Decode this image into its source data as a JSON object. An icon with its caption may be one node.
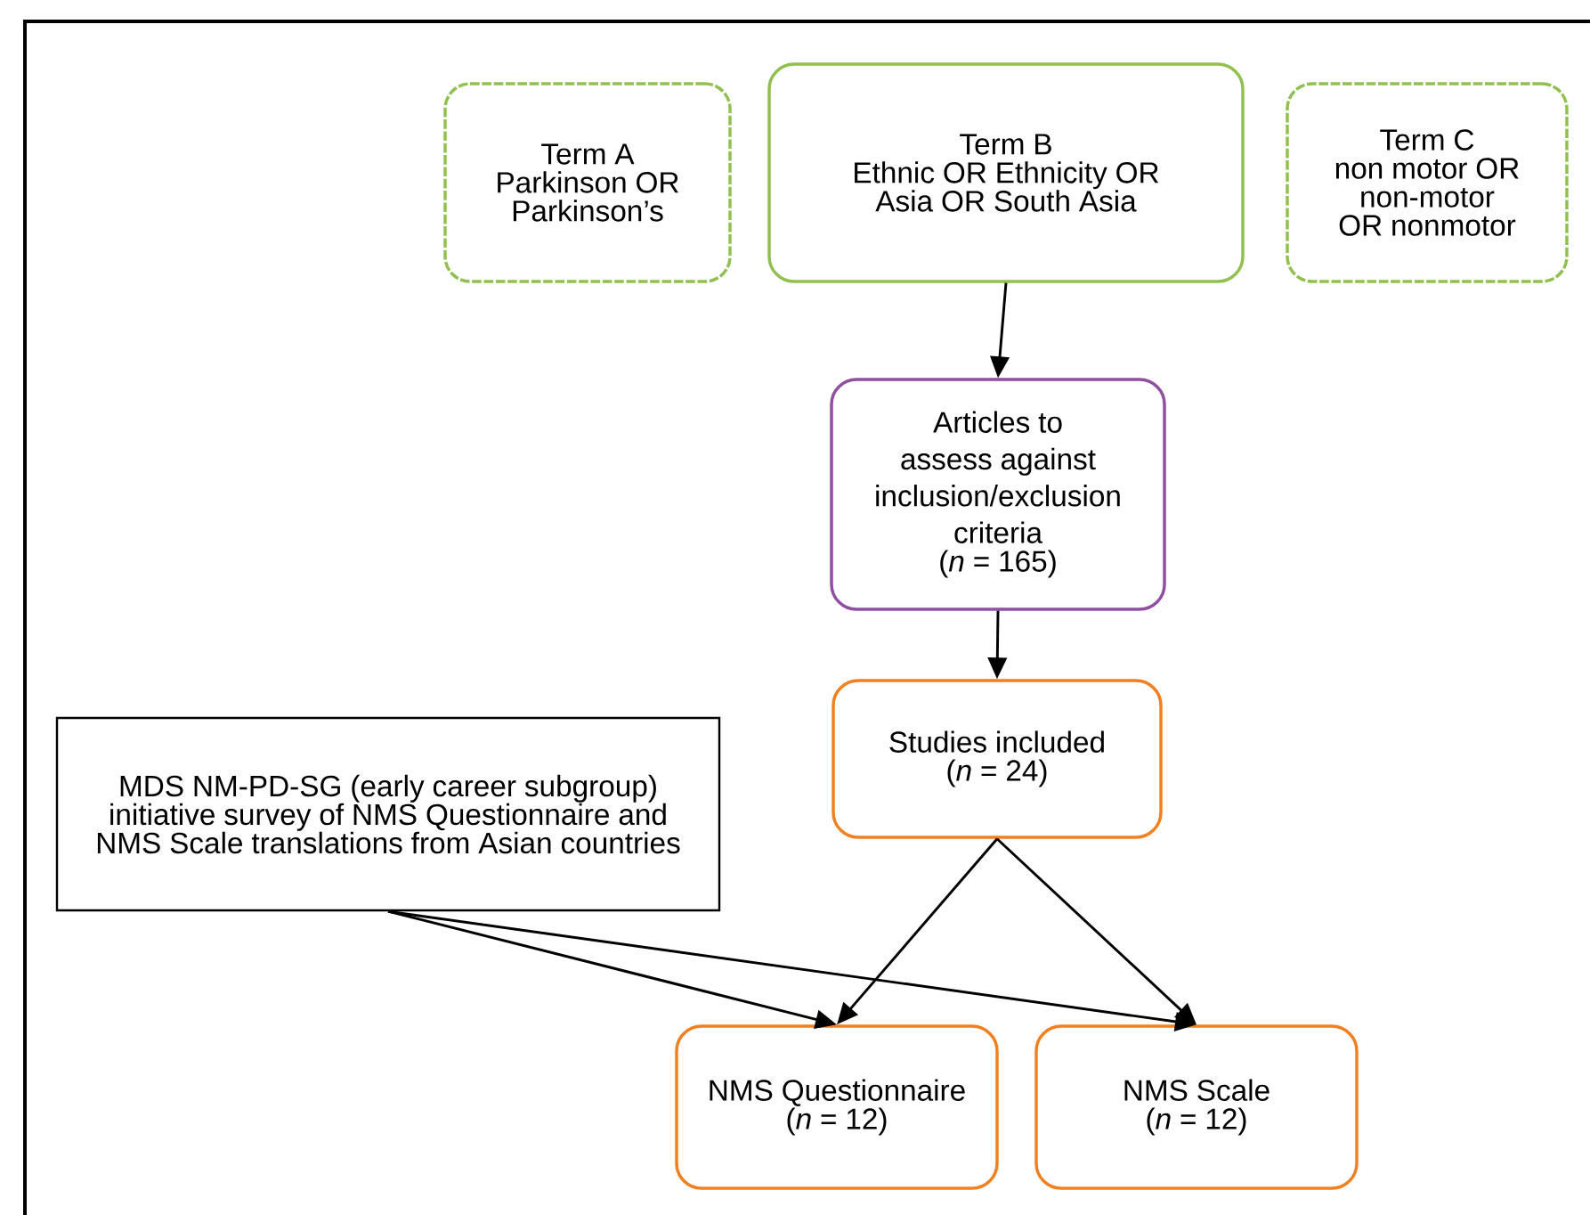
{
  "diagram": {
    "nodes": [
      {
        "text": [
          "Term A",
          "Parkinson OR Parkinson’s"
        ]
      },
      {
        "text": [
          "Term B",
          "Ethnic OR Ethnicity OR Asia OR South Asia"
        ]
      },
      {
        "text": [
          "Term C",
          "non motor OR non-motor OR nonmotor"
        ]
      },
      {
        "text": [
          "Articles to assess against inclusion/exclusion criteria",
          "(*n* = 165)"
        ]
      },
      {
        "text": [
          "Studies included",
          "(*n* = 24)"
        ]
      },
      {
        "text": [
          "MDS NM-PD-SG (early career subgroup) initiative survey of NMS Questionnaire and NMS Scale translations from Asian countries"
        ]
      },
      {
        "text": [
          "NMS Questionnaire",
          "(*n* = 12)"
        ]
      },
      {
        "text": [
          "NMS Scale",
          "(*n* = 12)"
        ]
      }
    ],
    "edges": [
      {
        "from": 1,
        "to": 3,
        "arrow": "to"
      },
      {
        "from": 3,
        "to": 4,
        "arrow": "to"
      },
      {
        "from": 4,
        "to": 6,
        "arrow": "to"
      },
      {
        "from": 4,
        "to": 7,
        "arrow": "to"
      },
      {
        "from": 5,
        "to": 6,
        "arrow": "to"
      },
      {
        "from": 5,
        "to": 7,
        "arrow": "to"
      }
    ]
  }
}
